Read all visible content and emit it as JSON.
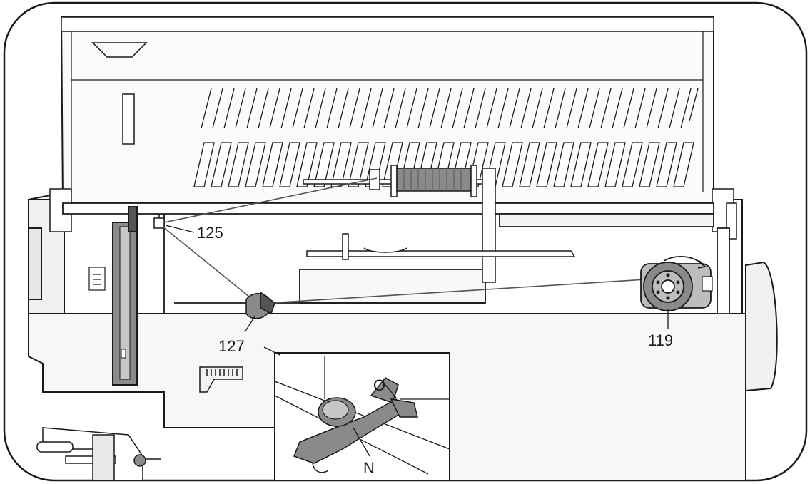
{
  "labels": {
    "thread_guide": "125",
    "tension_guide": "127",
    "bobbin_winder": "119",
    "inset_letter_o": "O",
    "inset_letter_n": "N"
  },
  "colors": {
    "ink": "#1a1a1a",
    "machine_fill": "#f7f7f7",
    "shade": "#8a8a8a",
    "dark_shade": "#555555"
  }
}
